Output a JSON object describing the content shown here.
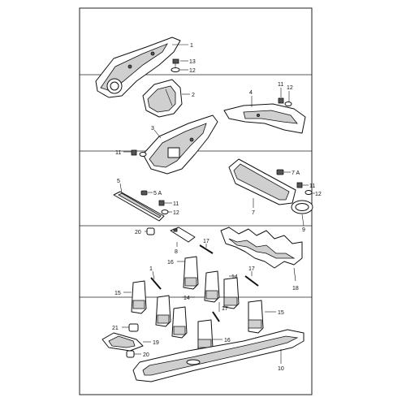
{
  "callouts": [
    {
      "id": "c1",
      "text": "1"
    },
    {
      "id": "c13",
      "text": "13"
    },
    {
      "id": "c12a",
      "text": "12"
    },
    {
      "id": "c2",
      "text": "2"
    },
    {
      "id": "c4",
      "text": "4"
    },
    {
      "id": "c11a",
      "text": "11"
    },
    {
      "id": "c12b",
      "text": "12"
    },
    {
      "id": "c3",
      "text": "3"
    },
    {
      "id": "c11b",
      "text": "11"
    },
    {
      "id": "c7a",
      "text": "7 A"
    },
    {
      "id": "c11c",
      "text": "11"
    },
    {
      "id": "c12c",
      "text": "12"
    },
    {
      "id": "c5",
      "text": "5"
    },
    {
      "id": "c5a",
      "text": "5 A"
    },
    {
      "id": "c11d",
      "text": "11"
    },
    {
      "id": "c12d",
      "text": "12"
    },
    {
      "id": "c7",
      "text": "7"
    },
    {
      "id": "c9",
      "text": "9"
    },
    {
      "id": "c20a",
      "text": "20"
    },
    {
      "id": "c8",
      "text": "8"
    },
    {
      "id": "c17a",
      "text": "17"
    },
    {
      "id": "c16a",
      "text": "16"
    },
    {
      "id": "c1b",
      "text": "1"
    },
    {
      "id": "c14a",
      "text": "14"
    },
    {
      "id": "c17b",
      "text": "17"
    },
    {
      "id": "c18",
      "text": "18"
    },
    {
      "id": "c15a",
      "text": "15"
    },
    {
      "id": "c14b",
      "text": "14"
    },
    {
      "id": "c17c",
      "text": "17"
    },
    {
      "id": "c15b",
      "text": "15"
    },
    {
      "id": "c21",
      "text": "21"
    },
    {
      "id": "c19",
      "text": "19"
    },
    {
      "id": "c20b",
      "text": "20"
    },
    {
      "id": "c16b",
      "text": "16"
    },
    {
      "id": "c10",
      "text": "10"
    }
  ]
}
